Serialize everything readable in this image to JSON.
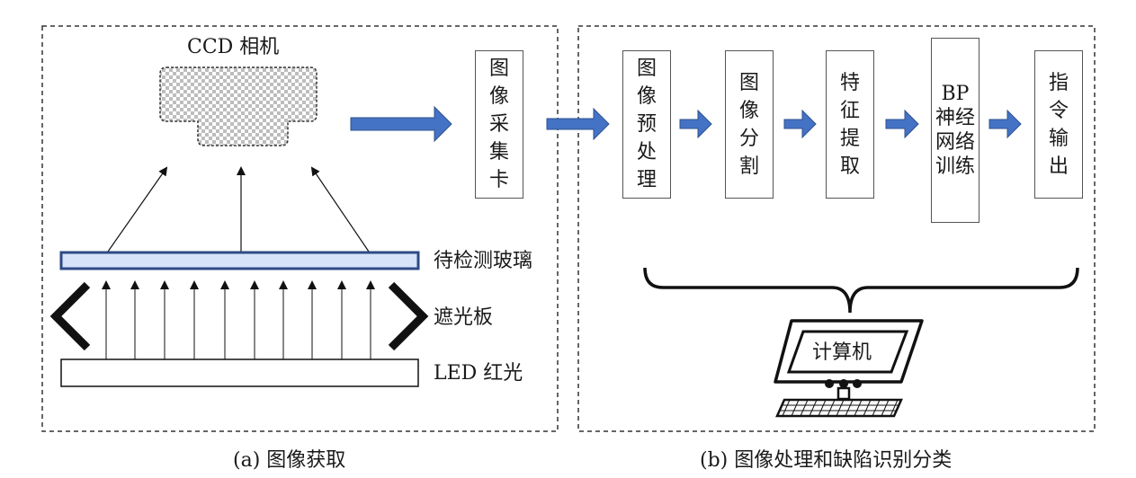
{
  "panel_a": {
    "camera_label": "CCD 相机",
    "capture_card": "图像采集卡",
    "glass_label": "待检测玻璃",
    "shield_label": "遮光板",
    "light_label": "LED 红光",
    "caption": "(a) 图像获取"
  },
  "panel_b": {
    "steps": [
      {
        "label": "图像预处理"
      },
      {
        "label": "图像分割"
      },
      {
        "label": "特征提取"
      },
      {
        "label": "BP神经网络训练"
      },
      {
        "label": "指令输出"
      }
    ],
    "computer_label": "计算机",
    "caption": "(b) 图像处理和缺陷识别分类"
  },
  "colors": {
    "arrow_fill": "#4472c4",
    "arrow_stroke": "#2f528f",
    "glass_fill": "#d6e3f8",
    "glass_stroke": "#2e4a86"
  }
}
